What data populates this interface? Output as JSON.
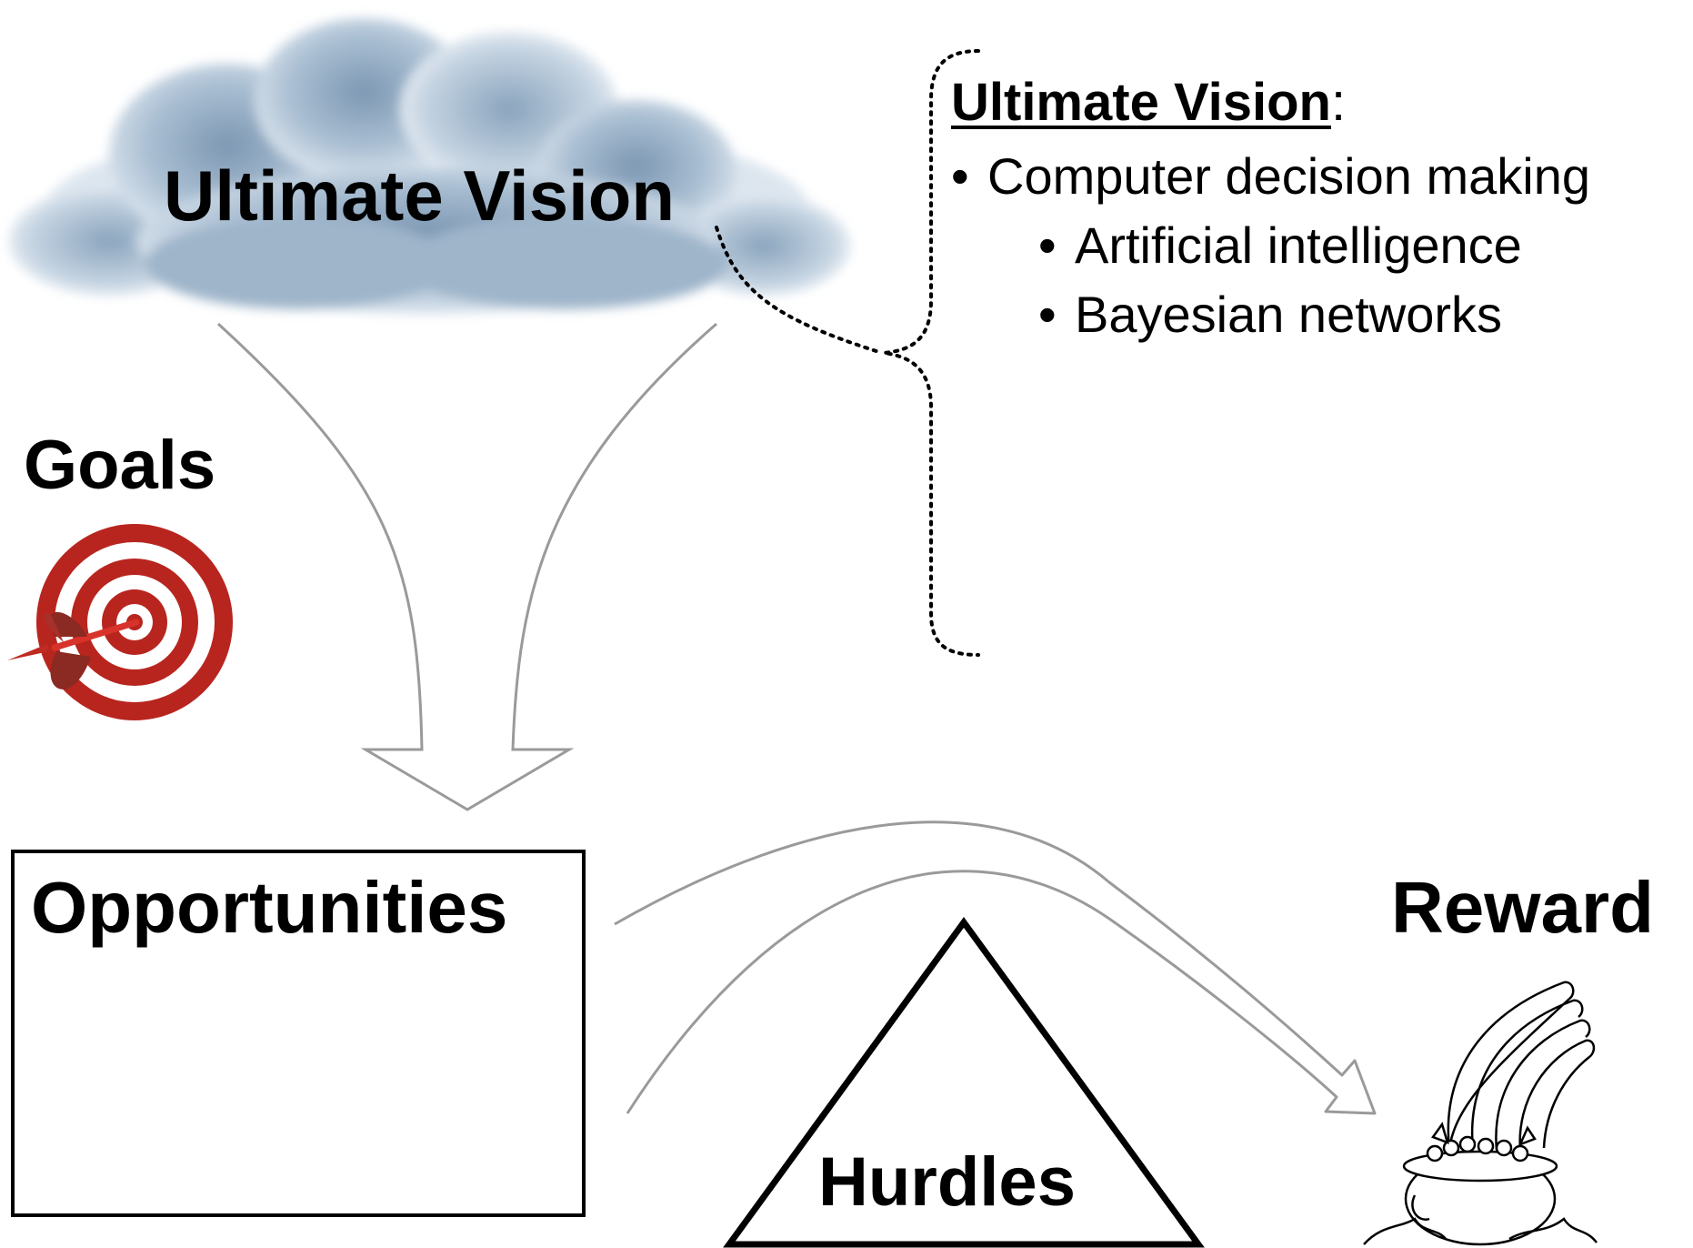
{
  "diagram": {
    "cloud_label": "Ultimate Vision",
    "goals_label": "Goals",
    "opportunities_label": "Opportunities",
    "reward_label": "Reward",
    "hurdles_label": "Hurdles"
  },
  "vision_panel": {
    "heading": "Ultimate Vision",
    "heading_suffix": ":",
    "items": [
      {
        "text": "Computer decision making",
        "level": 1
      },
      {
        "text": "Artificial intelligence",
        "level": 2
      },
      {
        "text": "Bayesian networks",
        "level": 2
      }
    ]
  },
  "colors": {
    "cloud_light": "#e6edf4",
    "cloud_mid": "#b4c7d9",
    "cloud_dark": "#7d98b3",
    "target_red": "#b8251f",
    "dart_red": "#d8332a",
    "arrow_gray": "#9a9a9a",
    "outline_black": "#000000"
  },
  "icons": [
    "cloud-icon",
    "target-icon",
    "dart-icon",
    "pot-of-gold-icon",
    "rainbow-icon"
  ]
}
